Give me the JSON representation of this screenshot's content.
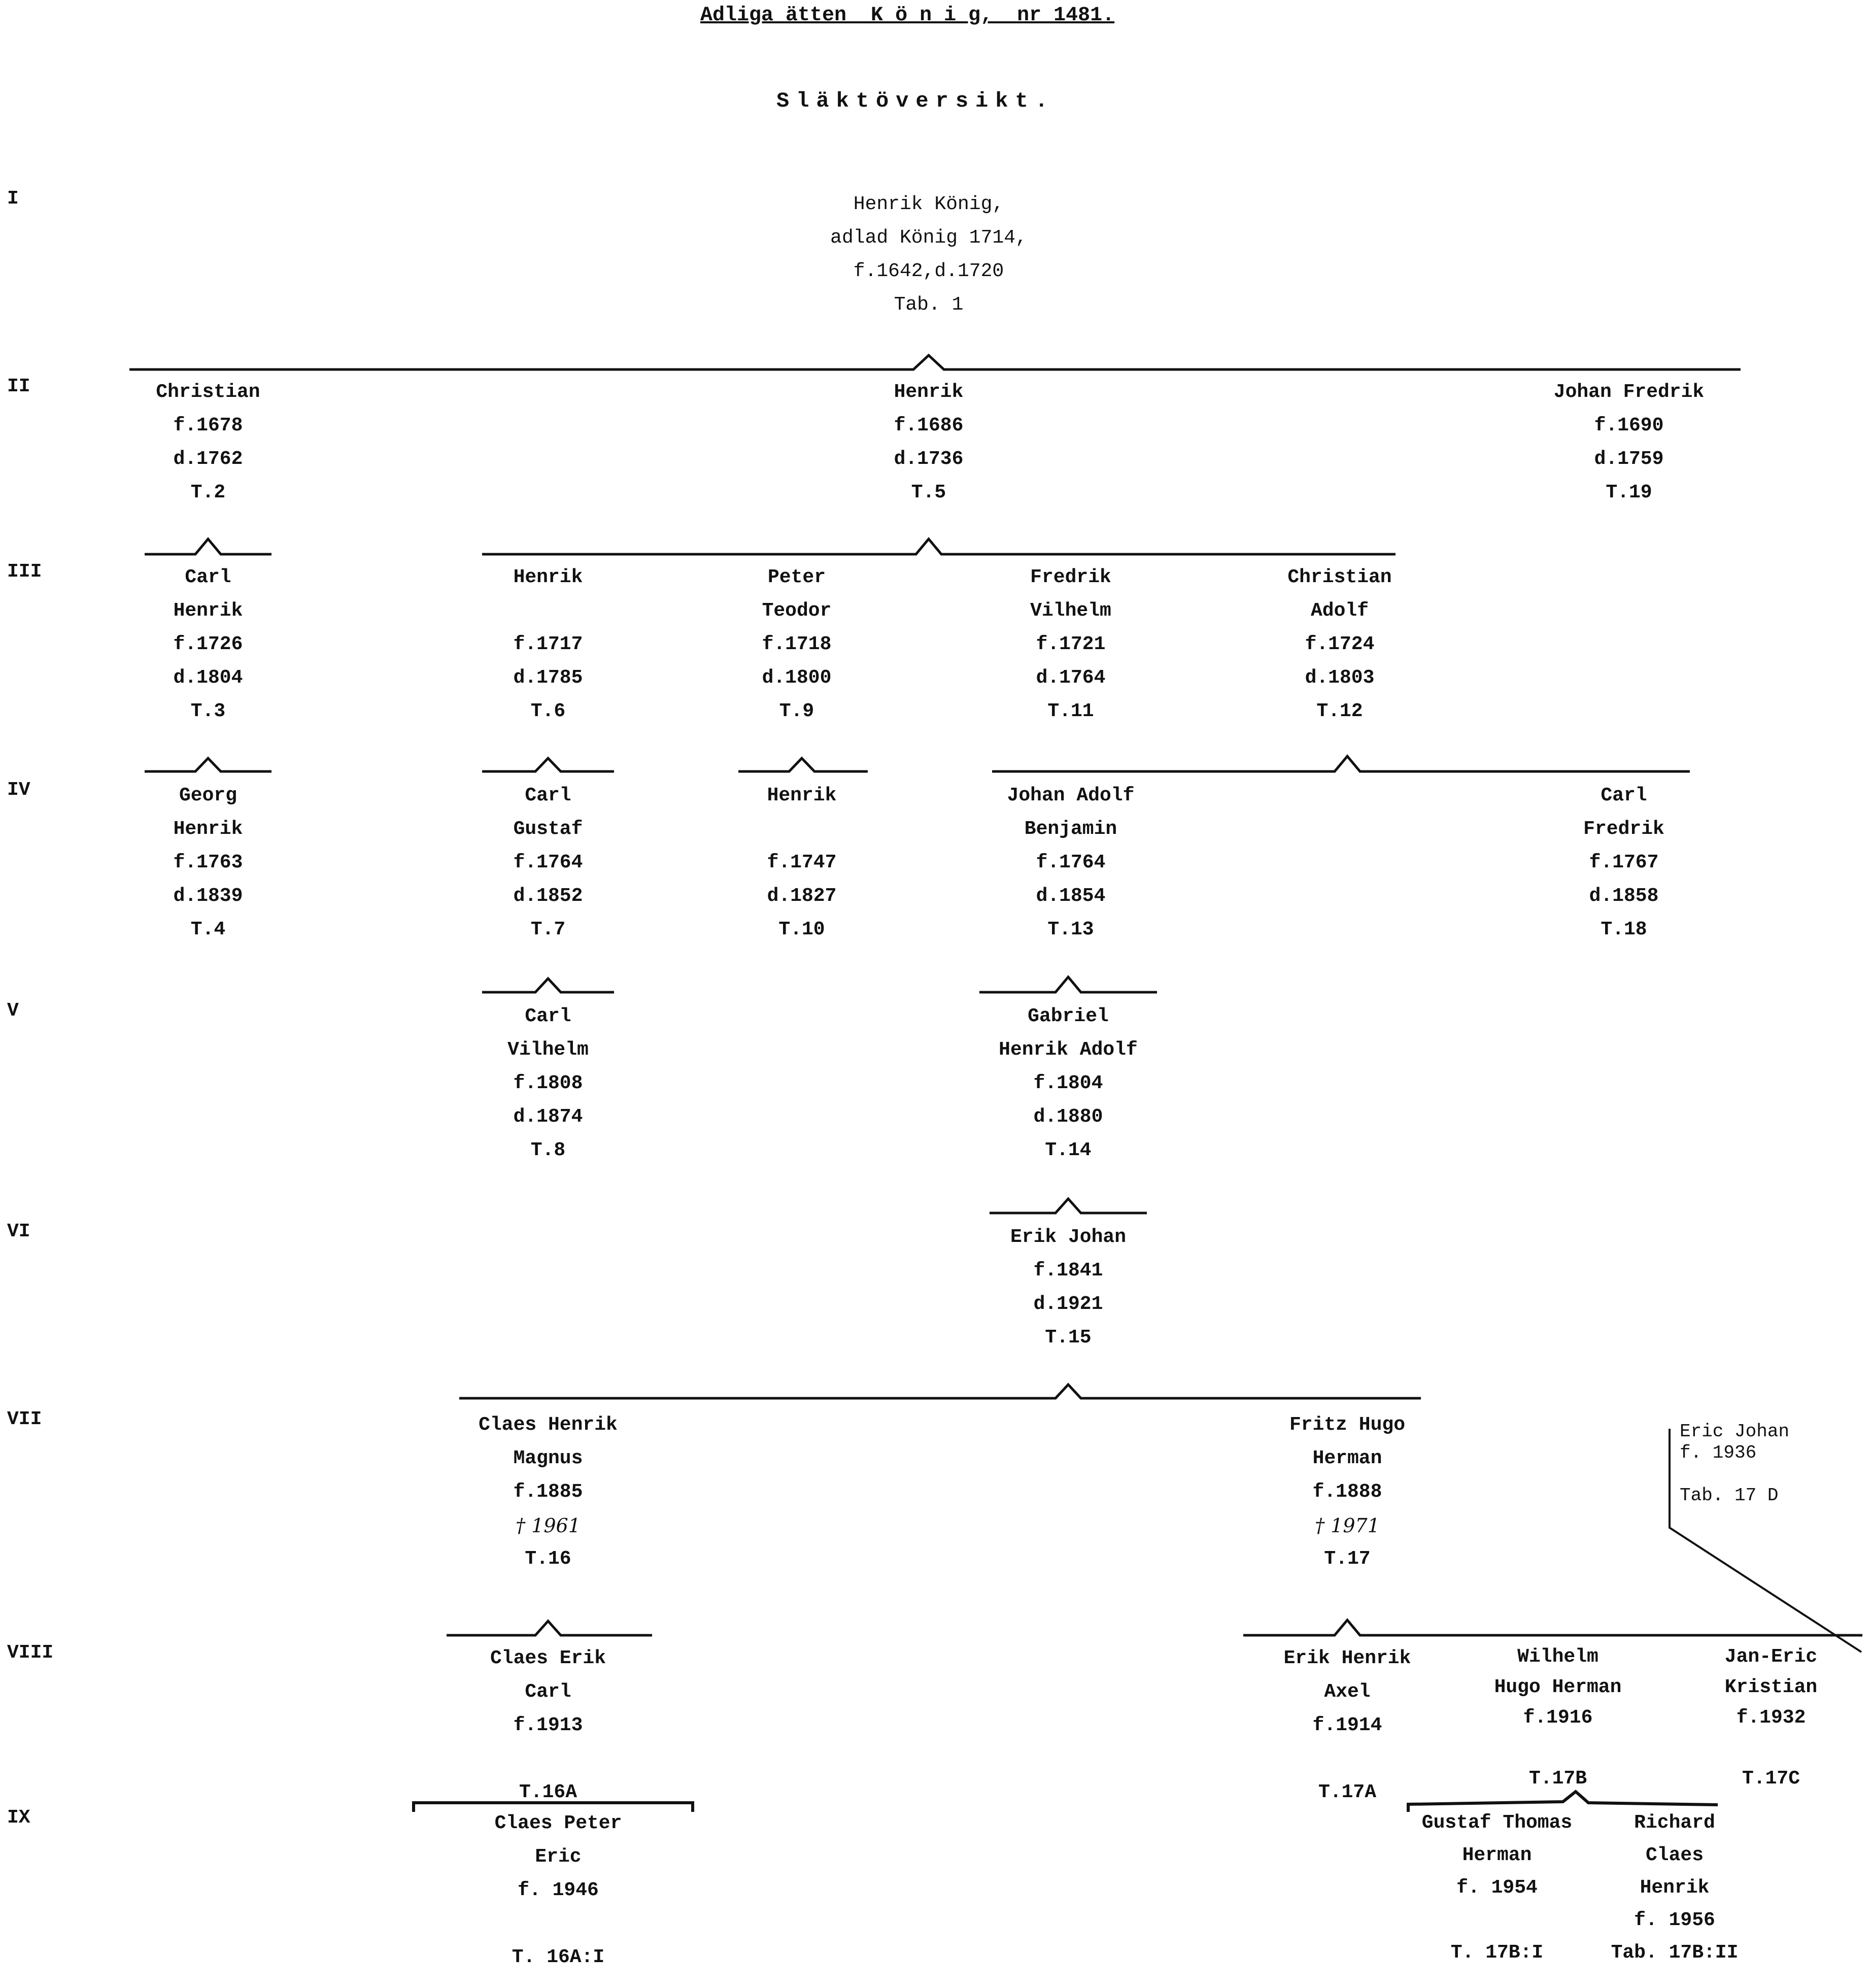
{
  "header": {
    "title": "Adliga ätten  K ö n i g,  nr 1481.",
    "subtitle": "Släktöversikt."
  },
  "generations": [
    "I",
    "II",
    "III",
    "IV",
    "V",
    "VI",
    "VII",
    "VIII",
    "IX"
  ],
  "nodes": {
    "n1": [
      "Henrik König,",
      "adlad König 1714,",
      "f.1642,d.1720",
      "Tab. 1"
    ],
    "n2a": [
      "Christian",
      "f.1678",
      "d.1762",
      "T.2"
    ],
    "n2b": [
      "Henrik",
      "f.1686",
      "d.1736",
      "T.5"
    ],
    "n2c": [
      "Johan Fredrik",
      "f.1690",
      "d.1759",
      "T.19"
    ],
    "n3a": [
      "Carl",
      "Henrik",
      "f.1726",
      "d.1804",
      "T.3"
    ],
    "n3b": [
      "Henrik",
      "",
      "f.1717",
      "d.1785",
      "T.6"
    ],
    "n3c": [
      "Peter",
      "Teodor",
      "f.1718",
      "d.1800",
      "T.9"
    ],
    "n3d": [
      "Fredrik",
      "Vilhelm",
      "f.1721",
      "d.1764",
      "T.11"
    ],
    "n3e": [
      "Christian",
      "Adolf",
      "f.1724",
      "d.1803",
      "T.12"
    ],
    "n4a": [
      "Georg",
      "Henrik",
      "f.1763",
      "d.1839",
      "T.4"
    ],
    "n4b": [
      "Carl",
      "Gustaf",
      "f.1764",
      "d.1852",
      "T.7"
    ],
    "n4c": [
      "Henrik",
      "",
      "f.1747",
      "d.1827",
      "T.10"
    ],
    "n4d": [
      "Johan Adolf",
      "Benjamin",
      "f.1764",
      "d.1854",
      "T.13"
    ],
    "n4e": [
      "Carl",
      "Fredrik",
      "f.1767",
      "d.1858",
      "T.18"
    ],
    "n5a": [
      "Carl",
      "Vilhelm",
      "f.1808",
      "d.1874",
      "T.8"
    ],
    "n5b": [
      "Gabriel",
      "Henrik Adolf",
      "f.1804",
      "d.1880",
      "T.14"
    ],
    "n6a": [
      "Erik Johan",
      "f.1841",
      "d.1921",
      "T.15"
    ],
    "n7a": [
      "Claes Henrik",
      "Magnus",
      "f.1885",
      "† 1961",
      "T.16"
    ],
    "n7b": [
      "Fritz Hugo",
      "Herman",
      "f.1888",
      "† 1971",
      "T.17"
    ],
    "n8a": [
      "Claes Erik",
      "Carl",
      "f.1913",
      "",
      "T.16A"
    ],
    "n8b": [
      "Erik  Henrik",
      "Axel",
      "f.1914",
      "",
      "T.17A"
    ],
    "n8c": [
      "Wilhelm",
      "Hugo Herman",
      "f.1916",
      "",
      "T.17B"
    ],
    "n8d": [
      "Jan-Eric",
      "Kristian",
      "f.1932",
      "",
      "T.17C"
    ],
    "n9a": [
      "Claes Peter",
      "Eric",
      "f. 1946",
      "",
      "T. 16A:I"
    ],
    "n9b": [
      "Gustaf Thomas",
      "Herman",
      "f. 1954",
      "",
      "T. 17B:I"
    ],
    "n9c": [
      "Richard",
      "Claes",
      "Henrik",
      "f. 1956",
      "Tab. 17B:II"
    ]
  },
  "side_note": [
    "Eric Johan",
    "f. 1936",
    "",
    "Tab. 17 D"
  ]
}
